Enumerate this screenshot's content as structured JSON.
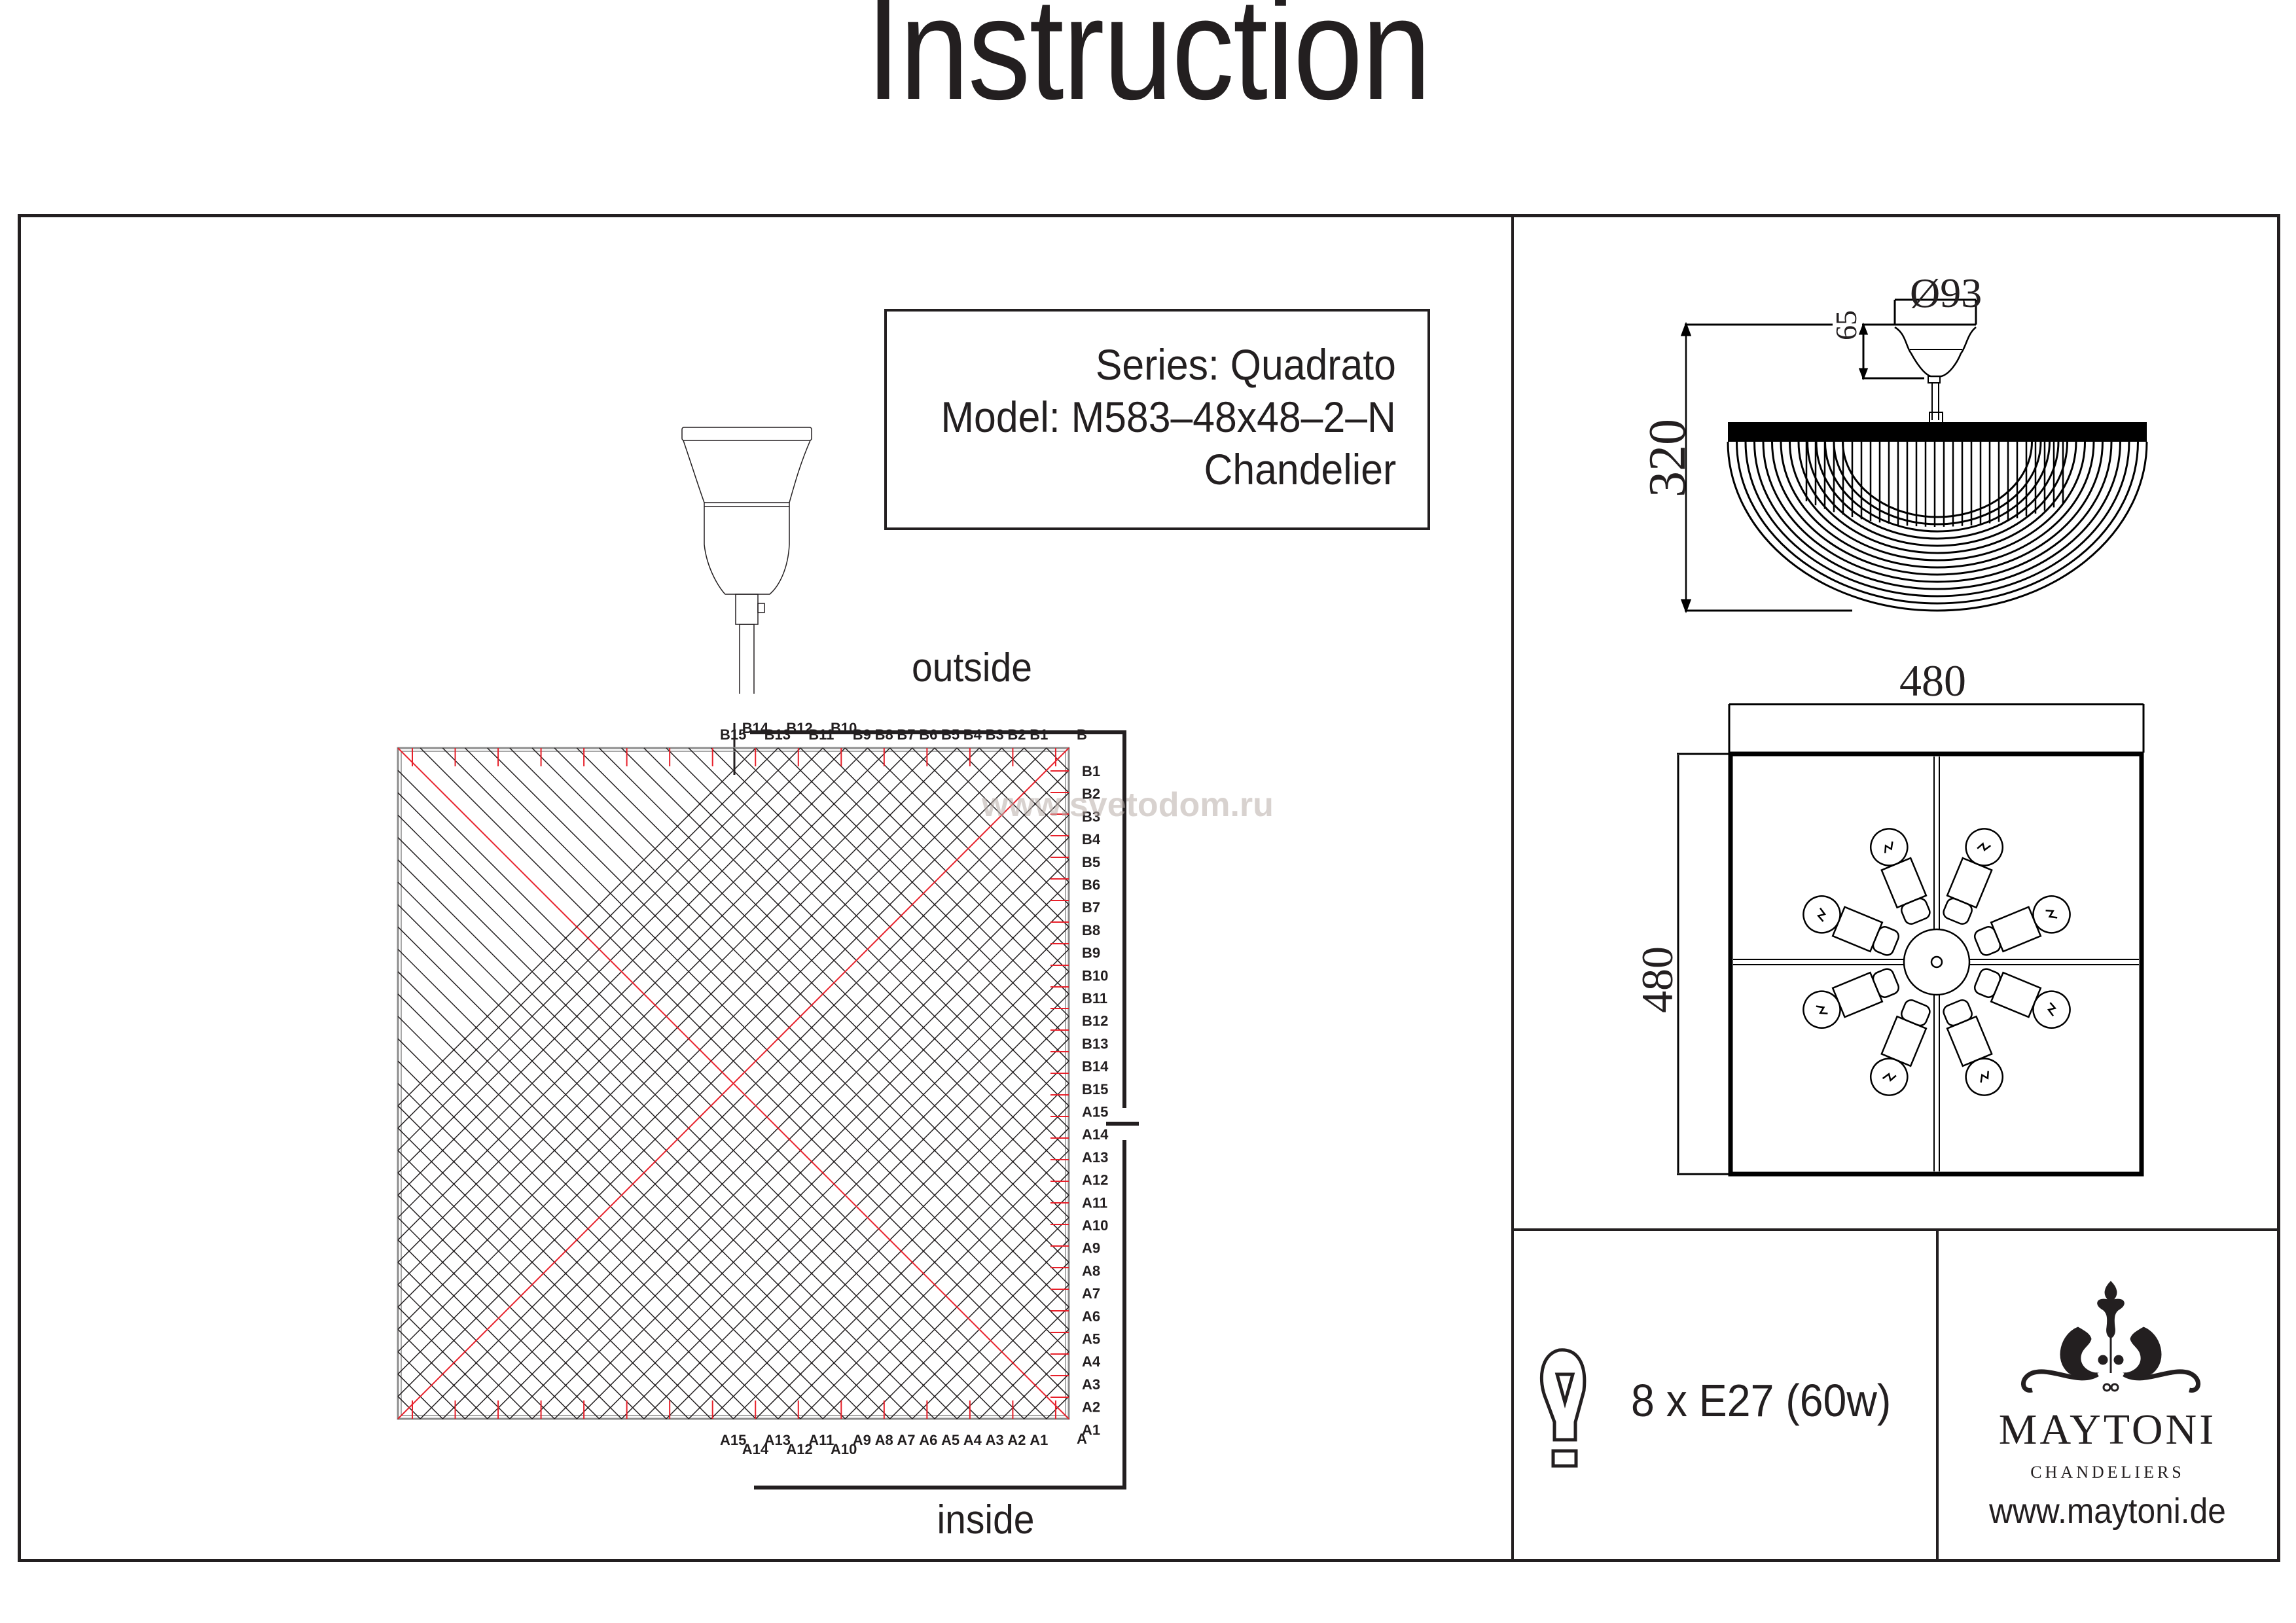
{
  "page": {
    "title": "Instruction",
    "watermark": "www.svetodom.ru"
  },
  "product": {
    "series_line": "Series: Quadrato",
    "model_line": "Model: M583–48x48–2–N",
    "type_line": "Chandelier"
  },
  "assembly": {
    "outside_label": "outside",
    "inside_label": "inside",
    "b_corner_label": "B",
    "a_corner_label": "A",
    "top_labels": [
      "B15",
      "B14",
      "B13",
      "B12",
      "B11",
      "B10",
      "B9",
      "B8",
      "B7",
      "B6",
      "B5",
      "B4",
      "B3",
      "B2",
      "B1"
    ],
    "right_b_labels": [
      "B1",
      "B2",
      "B3",
      "B4",
      "B5",
      "B6",
      "B7",
      "B8",
      "B9",
      "B10",
      "B11",
      "B12",
      "B13",
      "B14",
      "B15"
    ],
    "right_a_labels": [
      "A15",
      "A14",
      "A13",
      "A12",
      "A11",
      "A10",
      "A9",
      "A8",
      "A7",
      "A6",
      "A5",
      "A4",
      "A3",
      "A2",
      "A1"
    ],
    "bottom_labels": [
      "A15",
      "A14",
      "A13",
      "A12",
      "A11",
      "A10",
      "A9",
      "A8",
      "A7",
      "A6",
      "A5",
      "A4",
      "A3",
      "A2",
      "A1"
    ],
    "colors": {
      "line": "#231f20",
      "guide": "#e8202a",
      "frame": "#8c8c8c"
    }
  },
  "dimensions": {
    "canopy_diameter": "Ø93",
    "canopy_height": "65",
    "total_height": "320",
    "width": "480",
    "depth": "480"
  },
  "lamp": {
    "spec": "8 x E27 (60w)",
    "bulb_count": 8
  },
  "brand": {
    "name": "MAYTONI",
    "subtitle": "CHANDELIERS",
    "url": "www.maytoni.de"
  }
}
